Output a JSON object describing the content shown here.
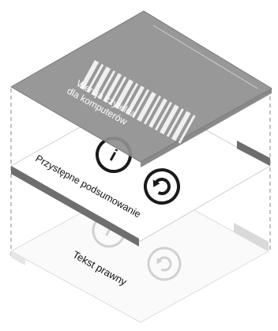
{
  "layers": {
    "top": {
      "lines": [
        "Wersja czytelna",
        "dla komputerów"
      ]
    },
    "middle": {
      "label": "Przystępne podsumowanie"
    },
    "bottom": {
      "label": "Tekst prawny"
    }
  },
  "colors": {
    "top_layer": "#8f8f8f",
    "top_layer_edge": "#7a7a7a",
    "middle_layer": "#ffffff",
    "middle_band": "#6e6e6e",
    "bottom_layer": "#fafafa",
    "bottom_band": "#d9d9d9",
    "barcode": "#f0f0f0",
    "icon": "#1a1a1a",
    "icon_faint": "#d0d0d0",
    "dashed_edge": "#9a9a9a"
  },
  "icons": [
    "creative-commons-icon",
    "share-alike-icon"
  ]
}
